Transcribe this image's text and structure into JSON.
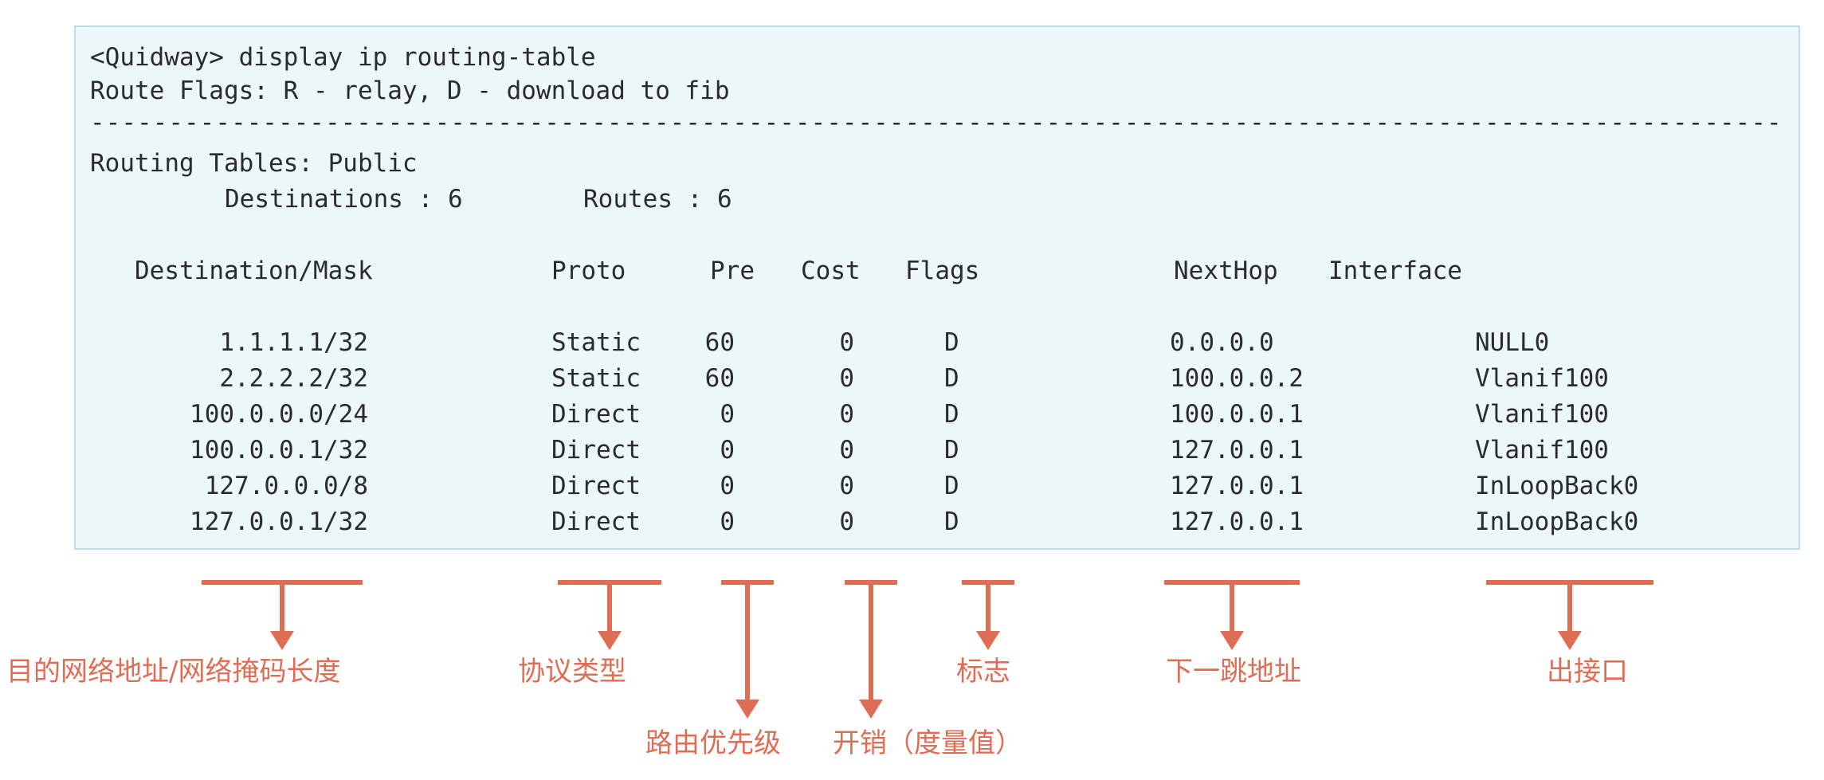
{
  "colors": {
    "accent": "#dd6e55",
    "terminal_background": "#ecf7f9",
    "terminal_border": "#bfdcea",
    "terminal_text": "#2b2b2b"
  },
  "terminal": {
    "command_line": "<Quidway> display ip routing-table",
    "route_flags_line": "Route Flags: R - relay, D - download to fib",
    "separator_line": "-------------------------------------------------------------------------------------------------------------------",
    "routing_tables_line": "Routing Tables: Public",
    "summary": {
      "destinations_label": "Destinations : 6",
      "routes_label": "Routes : 6"
    },
    "table": {
      "headers": {
        "destination_mask": "Destination/Mask",
        "proto": "Proto",
        "pre": "Pre",
        "cost": "Cost",
        "flags": "Flags",
        "nexthop": "NextHop",
        "interface": "Interface"
      },
      "rows": [
        {
          "destination_mask": "1.1.1.1/32",
          "proto": "Static",
          "pre": "60",
          "cost": "0",
          "flags": "D",
          "nexthop": "0.0.0.0",
          "interface": "NULL0"
        },
        {
          "destination_mask": "2.2.2.2/32",
          "proto": "Static",
          "pre": "60",
          "cost": "0",
          "flags": "D",
          "nexthop": "100.0.0.2",
          "interface": "Vlanif100"
        },
        {
          "destination_mask": "100.0.0.0/24",
          "proto": "Direct",
          "pre": "0",
          "cost": "0",
          "flags": "D",
          "nexthop": "100.0.0.1",
          "interface": "Vlanif100"
        },
        {
          "destination_mask": "100.0.0.1/32",
          "proto": "Direct",
          "pre": "0",
          "cost": "0",
          "flags": "D",
          "nexthop": "127.0.0.1",
          "interface": "Vlanif100"
        },
        {
          "destination_mask": "127.0.0.0/8",
          "proto": "Direct",
          "pre": "0",
          "cost": "0",
          "flags": "D",
          "nexthop": "127.0.0.1",
          "interface": "InLoopBack0"
        },
        {
          "destination_mask": "127.0.0.1/32",
          "proto": "Direct",
          "pre": "0",
          "cost": "0",
          "flags": "D",
          "nexthop": "127.0.0.1",
          "interface": "InLoopBack0"
        }
      ]
    }
  },
  "annotations": [
    {
      "column": "destination_mask",
      "label": "目的网络地址/网络掩码长度"
    },
    {
      "column": "proto",
      "label": "协议类型"
    },
    {
      "column": "pre",
      "label": "路由优先级"
    },
    {
      "column": "cost",
      "label": "开销（度量值）"
    },
    {
      "column": "flags",
      "label": "标志"
    },
    {
      "column": "nexthop",
      "label": "下一跳地址"
    },
    {
      "column": "interface",
      "label": "出接口"
    }
  ]
}
